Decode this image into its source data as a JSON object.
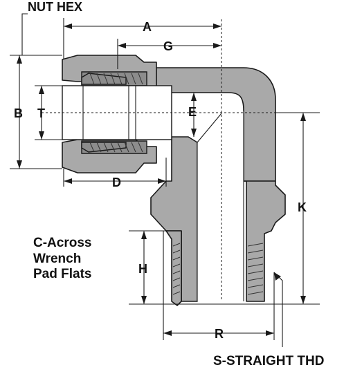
{
  "labels": {
    "nut_hex": "NUT HEX",
    "a": "A",
    "g": "G",
    "b": "B",
    "t": "T",
    "e": "E",
    "d": "D",
    "k": "K",
    "h": "H",
    "r": "R",
    "c_line1": "C-Across",
    "c_line2": "Wrench",
    "c_line3": "Pad Flats",
    "s_thread": "S-STRAIGHT THD"
  },
  "colors": {
    "body_fill": "#a9a9a9",
    "outline": "#1a1a1a",
    "background": "#ffffff"
  }
}
